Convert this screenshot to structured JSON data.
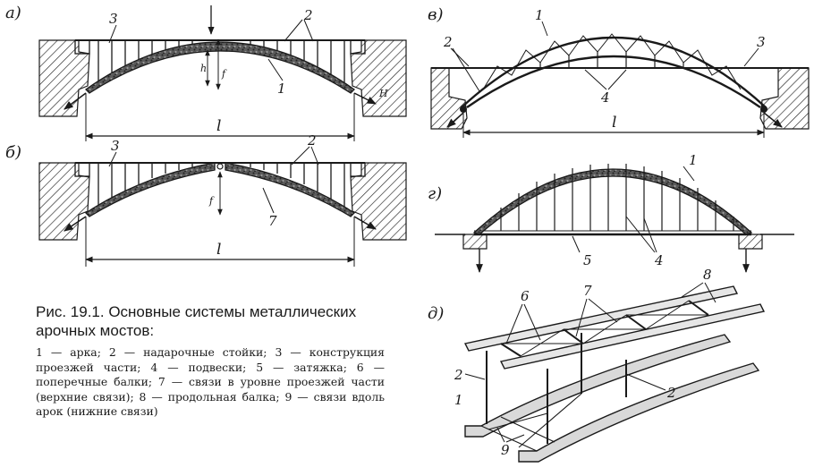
{
  "figure": {
    "caption_title": "Рис. 19.1. Основные системы металлических арочных мостов:",
    "caption_legend": "1 — арка; 2 — надарочные стойки; 3 — конструкция проезжей части; 4 — подвески; 5 — затяжка; 6 — поперечные балки; 7 — связи в уровне проезжей части (верхние связи); 8 — продольная балка; 9 — связи вдоль арок (нижние связи)"
  },
  "panels": {
    "a": {
      "letter": "а)",
      "labels": {
        "n3": "3",
        "n2": "2",
        "n1": "1",
        "h": "h",
        "f": "f",
        "H": "H",
        "span": "l"
      }
    },
    "b": {
      "letter": "б)",
      "labels": {
        "n3": "3",
        "n2": "2",
        "n7": "7",
        "f": "f",
        "span": "l"
      }
    },
    "v": {
      "letter": "в)",
      "labels": {
        "n1": "1",
        "n2": "2",
        "n3": "3",
        "n4": "4",
        "span": "l"
      }
    },
    "g": {
      "letter": "г)",
      "labels": {
        "n1": "1",
        "n5": "5",
        "n4": "4"
      }
    },
    "d": {
      "letter": "д)",
      "labels": {
        "n6": "6",
        "n7": "7",
        "n8": "8",
        "n2a": "2",
        "n2b": "2",
        "n1": "1",
        "n9": "9"
      }
    }
  }
}
